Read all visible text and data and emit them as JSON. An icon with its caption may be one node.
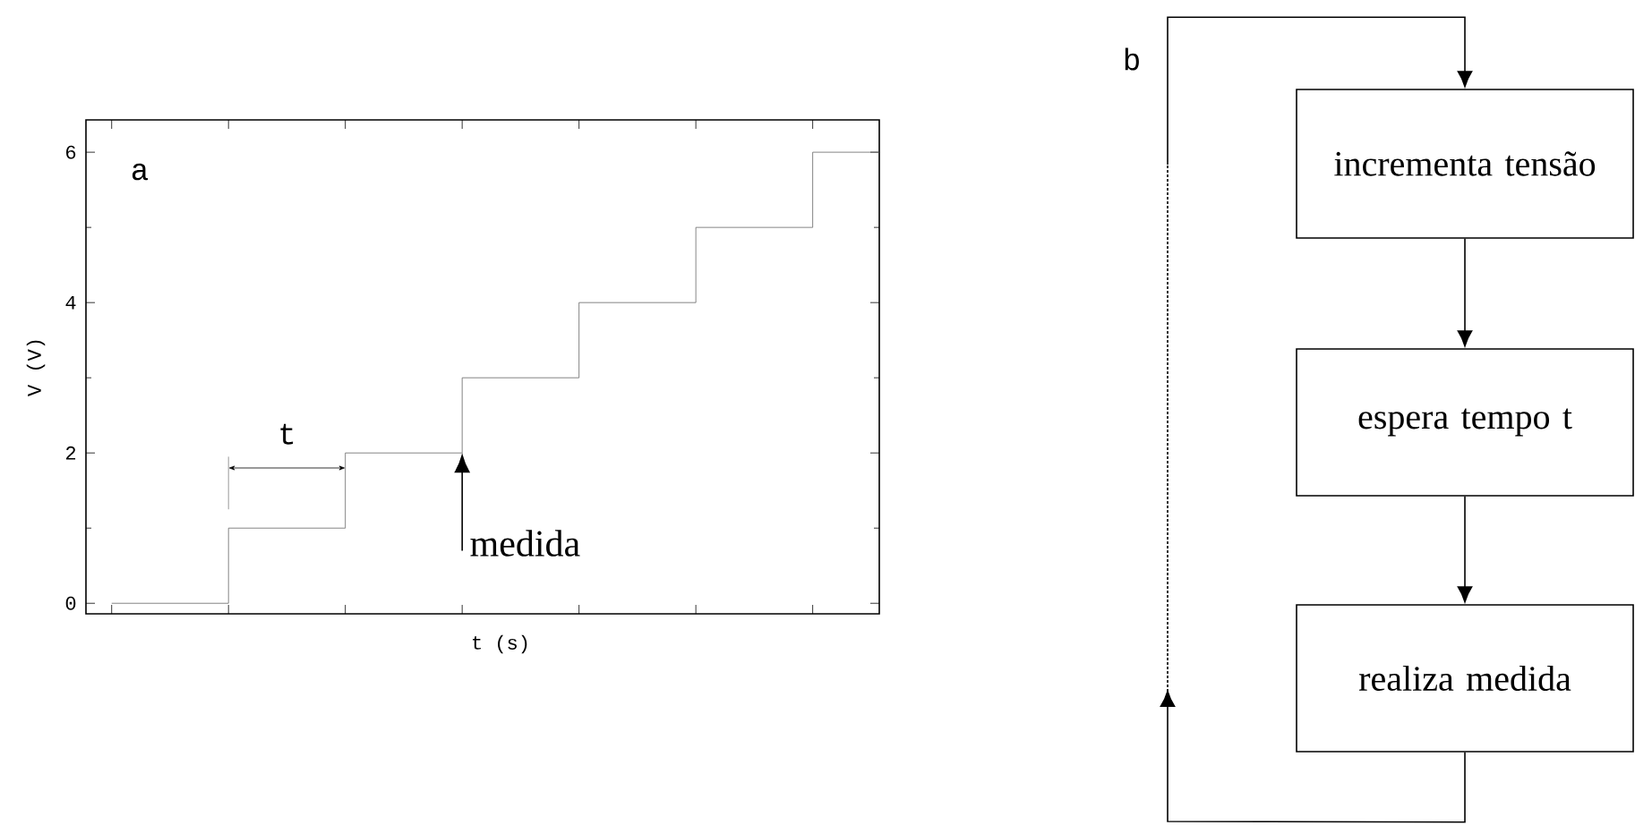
{
  "diagram": {
    "nodes": [
      {
        "text": [
          "incrementa tensão"
        ]
      },
      {
        "text": [
          "espera tempo t"
        ]
      },
      {
        "text": [
          "realiza medida"
        ]
      }
    ],
    "edges": [
      {
        "from": 0,
        "to": 1,
        "arrow": "to"
      },
      {
        "from": 1,
        "to": 2,
        "arrow": "to"
      },
      {
        "from": 2,
        "to": 0,
        "arrow": "to",
        "style": "dashed"
      }
    ],
    "labels": [
      "a",
      "b",
      "6",
      "4",
      "2",
      "0",
      "V (V)",
      "t (s)",
      "t",
      "medida"
    ]
  }
}
